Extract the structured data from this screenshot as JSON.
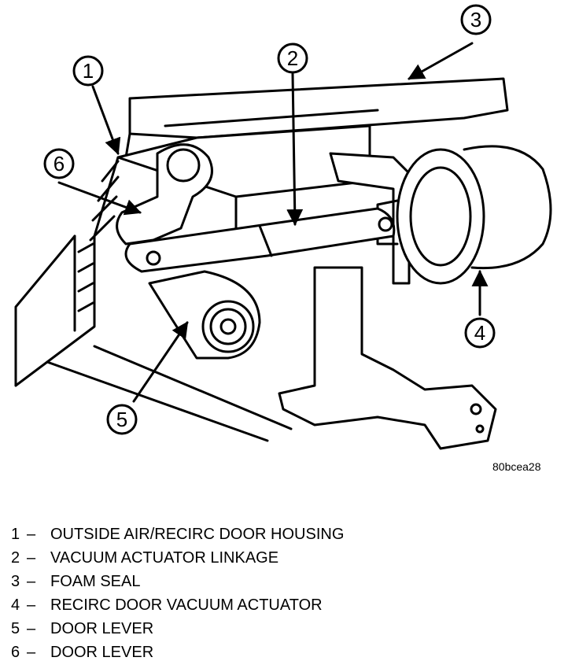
{
  "callouts": [
    "1",
    "2",
    "3",
    "4",
    "5",
    "6"
  ],
  "figure_code": "80bcea28",
  "legend": [
    {
      "num": "1",
      "sep": "–",
      "text": "OUTSIDE AIR/RECIRC DOOR HOUSING"
    },
    {
      "num": "2",
      "sep": "–",
      "text": "VACUUM ACTUATOR LINKAGE"
    },
    {
      "num": "3",
      "sep": "–",
      "text": "FOAM SEAL"
    },
    {
      "num": "4",
      "sep": "–",
      "text": "RECIRC DOOR VACUUM ACTUATOR"
    },
    {
      "num": "5",
      "sep": "–",
      "text": "DOOR LEVER"
    },
    {
      "num": "6",
      "sep": "–",
      "text": "DOOR LEVER"
    }
  ]
}
